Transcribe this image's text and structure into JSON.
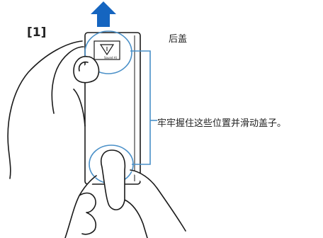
{
  "step_label": "[1]",
  "cover_label": "后盖",
  "grip_instruction": "牢牢握住这些位置并滑动盖子。",
  "colors": {
    "arrow": "#1565c0",
    "outline": "#1a1a1a",
    "callout_line": "#4a90c8"
  },
  "icons": {
    "arrow": "up-arrow-icon",
    "device_mark": "triangle-warning-icon"
  },
  "device_mark_text": "Sound AI"
}
